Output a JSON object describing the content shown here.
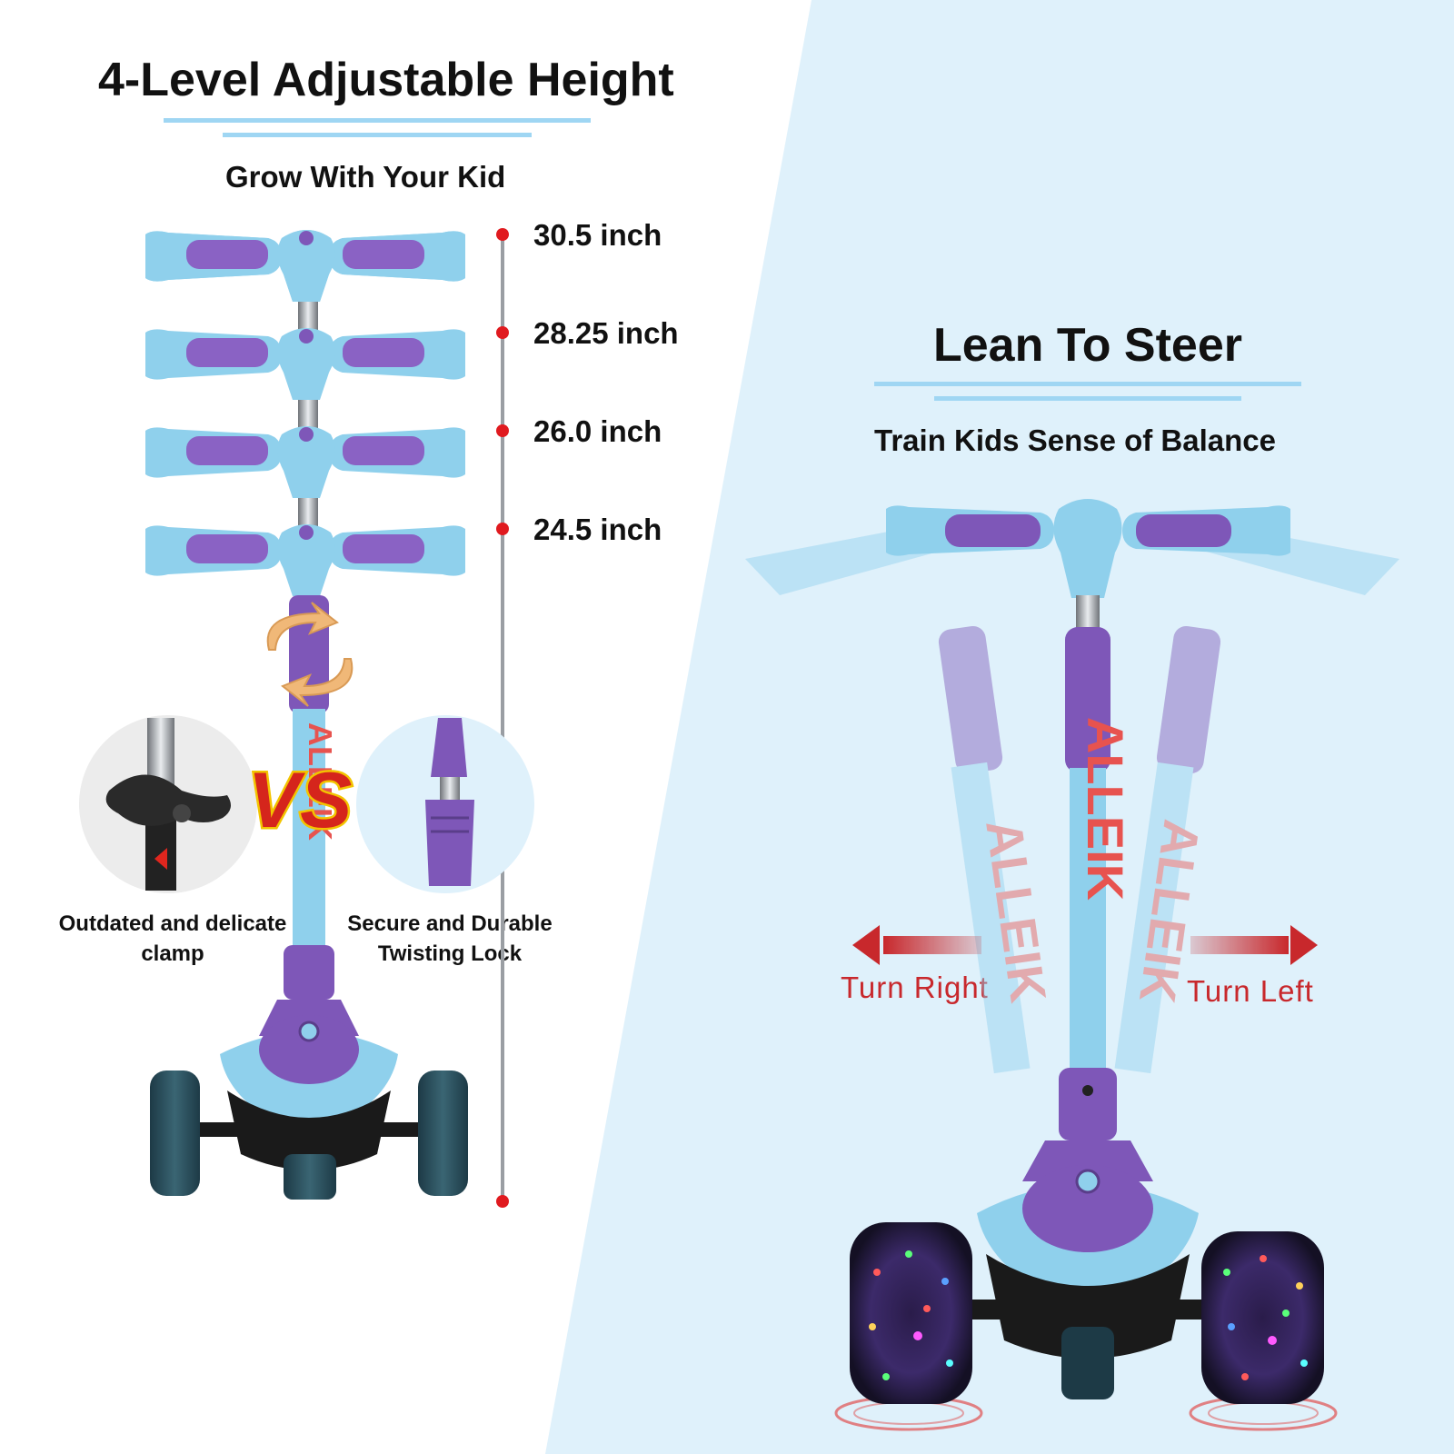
{
  "left_section": {
    "title": "4-Level Adjustable Height",
    "subtitle": "Grow With Your Kid",
    "heights": [
      {
        "label": "30.5 inch"
      },
      {
        "label": "28.25 inch"
      },
      {
        "label": "26.0 inch"
      },
      {
        "label": "24.5 inch"
      }
    ],
    "comparison": {
      "badge": "VS",
      "old_caption": "Outdated and delicate clamp",
      "new_caption": "Secure and Durable Twisting Lock"
    }
  },
  "right_section": {
    "title": "Lean To Steer",
    "subtitle": "Train Kids Sense of Balance",
    "turn_right_label": "Turn Right",
    "turn_left_label": "Turn Left"
  },
  "brand": "ALLEIK",
  "colors": {
    "accent_blue": "#9fd6f3",
    "right_bg": "#dff1fb",
    "scooter_blue": "#8fd0ec",
    "scooter_purple": "#7e57b8",
    "marker_red": "#e01a1f",
    "turn_red": "#c8282c"
  }
}
